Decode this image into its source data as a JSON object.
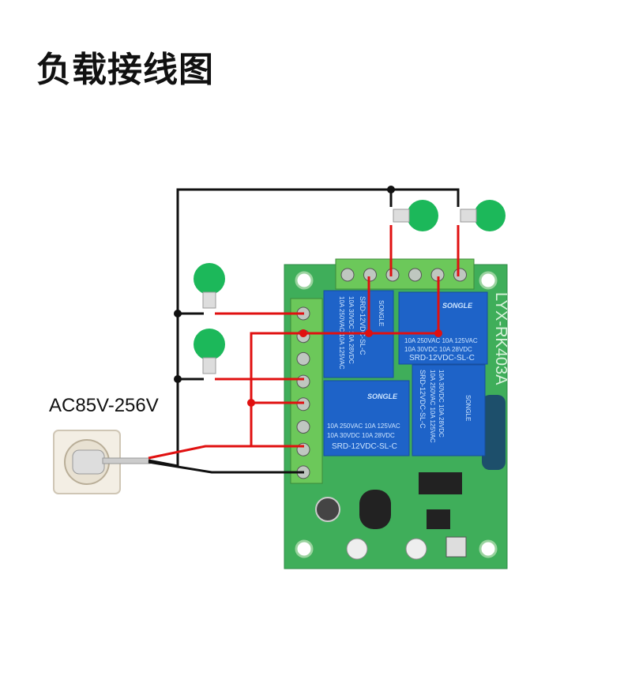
{
  "title": "负载接线图",
  "voltage_label": "AC85V-256V",
  "board": {
    "model": "LYX-RK403A",
    "relay_brand": "SONGLE",
    "relay_rating_1": "10A 250VAC  10A 125VAC",
    "relay_rating_2": "10A  30VDC  10A  28VDC",
    "relay_model": "SRD-12VDC-SL-C"
  },
  "colors": {
    "live": "#e01010",
    "neutral": "#111111",
    "bulb": "#1cb85a",
    "board": "#3fae5a",
    "relay": "#1e63c8",
    "terminal": "#6cc85a"
  }
}
